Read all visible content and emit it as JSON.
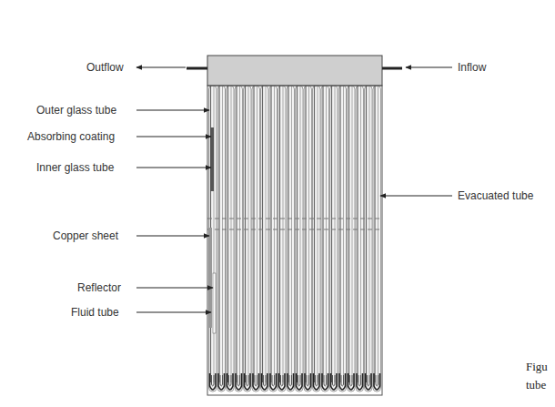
{
  "diagram": {
    "labels": [
      "Outflow",
      "Inflow",
      "Outer glass tube",
      "Absorbing coating",
      "Inner glass tube",
      "Evacuated tube",
      "Copper sheet",
      "Reflector",
      "Fluid tube",
      "Figu",
      "tube"
    ]
  }
}
